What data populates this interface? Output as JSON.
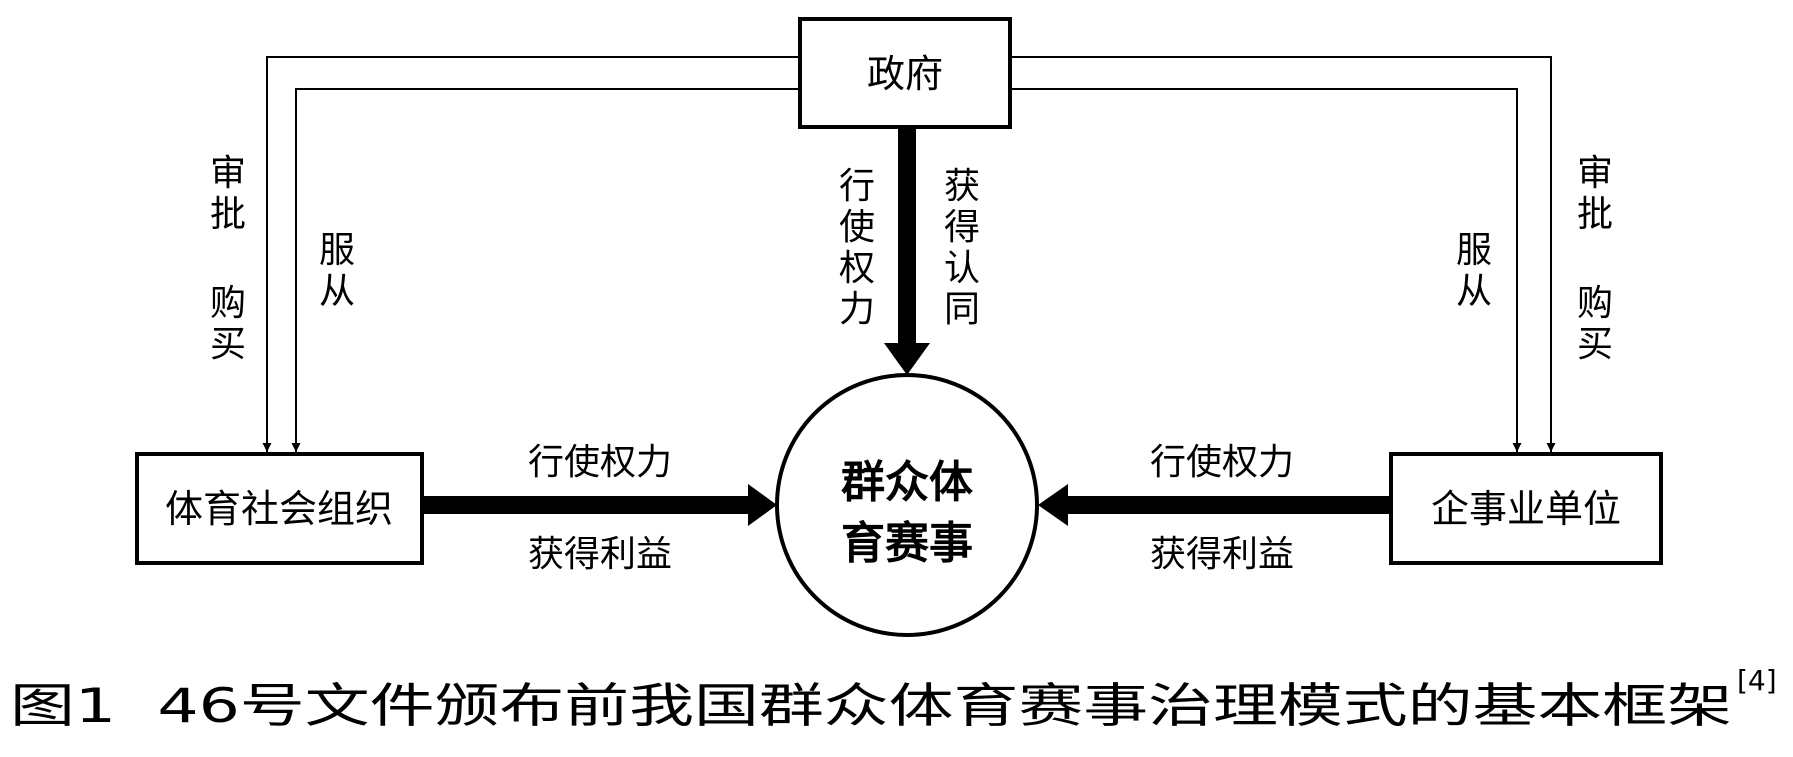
{
  "nodes": {
    "government": "政府",
    "sports_org": "体育社会组织",
    "enterprise": "企事业单位",
    "center_line1": "群众体",
    "center_line2": "育赛事"
  },
  "edges": {
    "left_outer": [
      "审",
      "批",
      "购",
      "买"
    ],
    "left_inner": [
      "服",
      "从"
    ],
    "right_outer": [
      "审",
      "批",
      "购",
      "买"
    ],
    "right_inner": [
      "服",
      "从"
    ],
    "center_left": [
      "行",
      "使",
      "权",
      "力"
    ],
    "center_right": [
      "获",
      "得",
      "认",
      "同"
    ],
    "org_to_center_top": "行使权力",
    "org_to_center_bottom": "获得利益",
    "ent_to_center_top": "行使权力",
    "ent_to_center_bottom": "获得利益"
  },
  "caption": {
    "text": "图1  46号文件颁布前我国群众体育赛事治理模式的基本框架",
    "ref": "[4]"
  }
}
